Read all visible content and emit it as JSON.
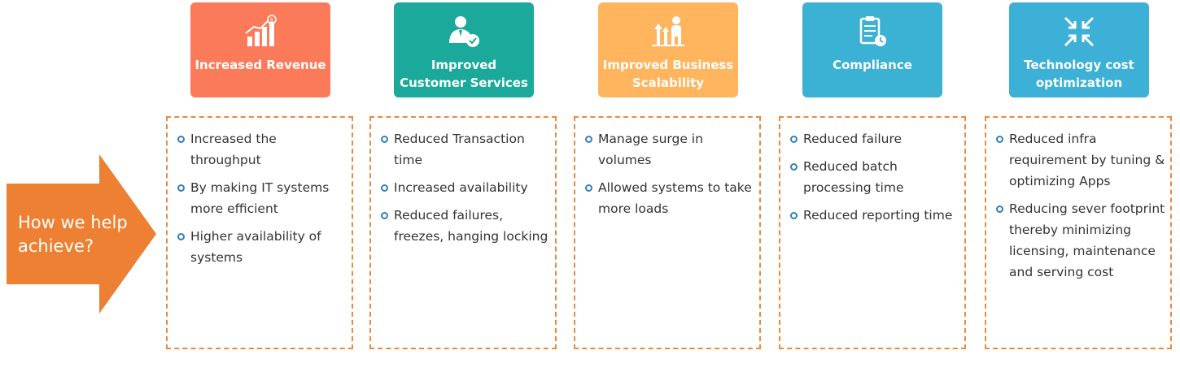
{
  "arrow": {
    "label": "How we help achieve?",
    "color": "#ee8033"
  },
  "columns": [
    {
      "title": "Increased Revenue",
      "color": "#fb7a5a",
      "icon": "revenue-chart-icon",
      "items": [
        "Increased the throughput",
        "By making IT systems more efficient",
        "Higher availability of systems"
      ]
    },
    {
      "title": "Improved Customer Services",
      "color": "#1aa99a",
      "icon": "customer-service-icon",
      "items": [
        "Reduced Transaction time",
        "Increased availability",
        "Reduced failures, freezes, hanging locking"
      ]
    },
    {
      "title": "Improved Business Scalability",
      "color": "#ffb55e",
      "icon": "scalability-icon",
      "items": [
        "Manage surge in volumes",
        "Allowed systems to take more loads"
      ]
    },
    {
      "title": "Compliance",
      "color": "#3bb1d3",
      "icon": "compliance-clipboard-icon",
      "items": [
        "Reduced failure",
        "Reduced batch processing time",
        "Reduced reporting time"
      ]
    },
    {
      "title": "Technology cost optimization",
      "color": "#3cb0d6",
      "icon": "optimization-arrows-icon",
      "items": [
        "Reduced infra requirement by tuning & optimizing  Apps",
        "Reducing sever footprint thereby minimizing licensing, maintenance and serving cost"
      ]
    }
  ]
}
